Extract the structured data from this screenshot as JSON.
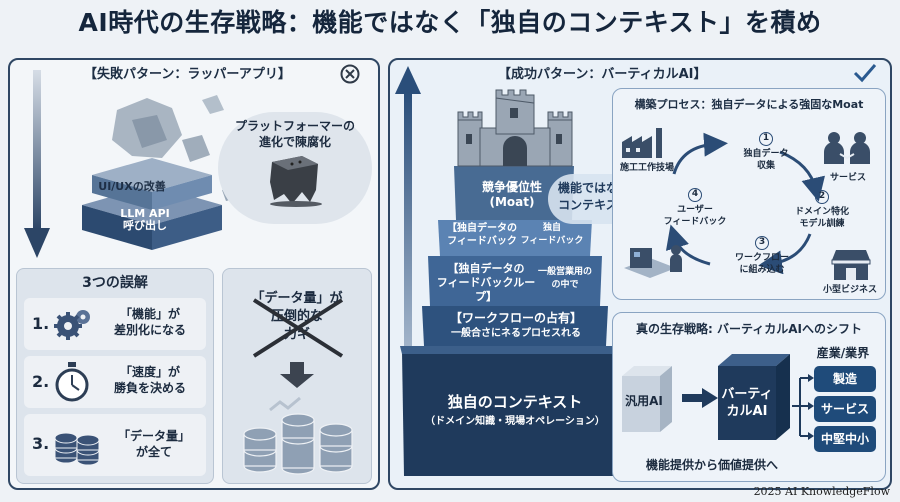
{
  "title": "AI時代の生存戦略：機能ではなく「独自のコンテキスト」を積め",
  "left": {
    "heading": "【失敗パターン：ラッパーアプリ】",
    "cube_top": "UI/UXの改善",
    "cube_bottom_1": "LLM API",
    "cube_bottom_2": "呼び出し",
    "bubble_1": "プラットフォーマーの",
    "bubble_2": "進化で陳腐化",
    "mistakes_title": "3つの誤解",
    "mistakes": [
      {
        "num": "1.",
        "line1": "「機能」が",
        "line2": "差別化になる"
      },
      {
        "num": "2.",
        "line1": "「速度」が",
        "line2": "勝負を決める"
      },
      {
        "num": "3.",
        "line1": "「データ量」",
        "line2": "が全て"
      }
    ],
    "data_quote_1": "「データ量」が",
    "data_quote_2": "圧倒的な",
    "data_quote_3": "力ギ"
  },
  "right": {
    "heading": "【成功パターン：バーティカルAI】",
    "fortress_label_1": "競争優位性",
    "fortress_label_2": "(Moat)",
    "tier3_1": "【独自データの",
    "tier3_2": "フィードバック",
    "tier3_side": "独自",
    "tier3_side2": "フィードバック",
    "tier2_1": "【独自データの",
    "tier2_2": "フィードバックループ】",
    "tier2_side": "一般営業用の",
    "tier2_side2": "の中で",
    "tier1_1": "【ワークフローの占有】",
    "tier1_2": "一般合さにネるプロセスれる",
    "base_1": "独自のコンテキスト",
    "base_2": "（ドメイン知識・現場オペレーション）",
    "callout_1": "機能ではなく",
    "callout_2": "コンテキスト",
    "process_title": "構築プロセス：独自データによる強固なMoat",
    "steps": [
      {
        "n": "1",
        "t1": "独自データ",
        "t2": "収集"
      },
      {
        "n": "2",
        "t1": "ドメイン特化",
        "t2": "モデル訓練"
      },
      {
        "n": "3",
        "t1": "ワークフロー",
        "t2": "に組み込む"
      },
      {
        "n": "4",
        "t1": "ユーザー",
        "t2": "フィードバック"
      }
    ],
    "label_factory": "施工工作技場",
    "label_service": "サービス",
    "label_small_biz": "小型ビジネス",
    "shift_title": "真の生存戦略: バーティカルAIへのシフト",
    "generic_ai": "汎用AI",
    "vertical_ai_1": "バーティ",
    "vertical_ai_2": "カルAI",
    "industry_title": "産業/業界",
    "industries": [
      "製造",
      "サービス",
      "中堅中小"
    ],
    "shift_caption": "機能提供から価値提供へ"
  },
  "footer": "2025 AI KnowledgeFlow",
  "colors": {
    "navy": "#2d4b71",
    "dark": "#1f3a5c",
    "accent": "#1f4b7a",
    "bg": "#eef2f6"
  }
}
